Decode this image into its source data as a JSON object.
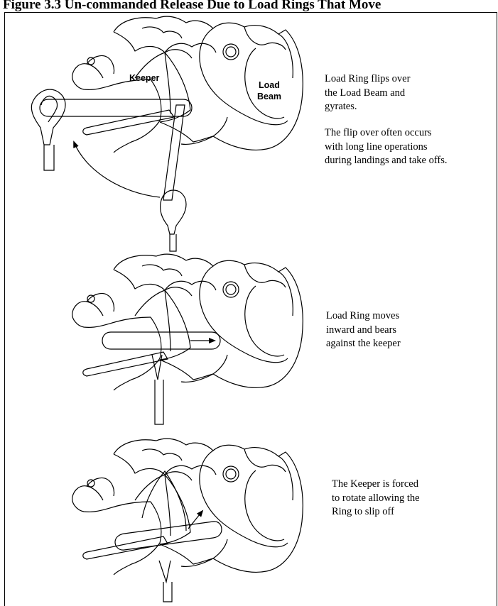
{
  "figure": {
    "title": "Figure 3.3 Un-commanded Release Due to Load Rings That Move",
    "panels": [
      {
        "hook_labels": {
          "keeper": "Keeper",
          "load_line1": "Load",
          "load_line2": "Beam"
        },
        "captions": [
          "Load Ring flips over\nthe Load Beam and\ngyrates.",
          "The flip over often occurs\nwith long line operations\nduring landings and take offs."
        ]
      },
      {
        "captions": [
          "Load Ring moves\ninward and bears\nagainst the keeper"
        ]
      },
      {
        "captions": [
          "The Keeper is forced\nto rotate allowing the\nRing to slip off"
        ]
      }
    ]
  }
}
